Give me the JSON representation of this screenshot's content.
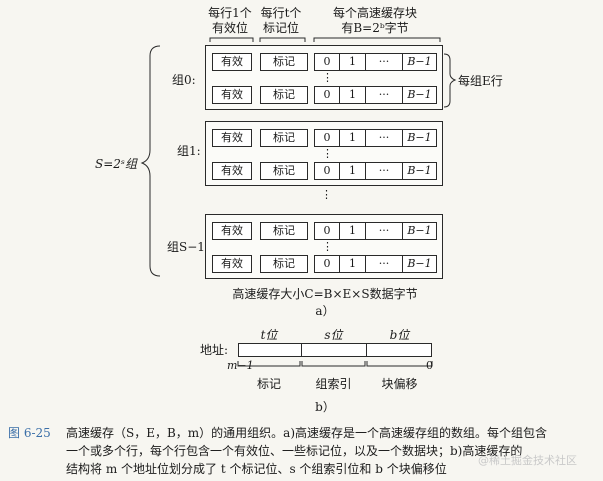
{
  "headers": {
    "valid_line1": "每行1个",
    "valid_line2": "有效位",
    "tag_line1": "每行t个",
    "tag_line2": "标记位",
    "block_line1": "每个高速缓存块",
    "block_line2": "有B=2ᵇ字节"
  },
  "lines": {
    "valid": "有效",
    "tag": "标记",
    "b0": "0",
    "b1": "1",
    "bdots": "···",
    "blast": "B−1"
  },
  "sets": {
    "s0": "组0:",
    "s1": "组1:",
    "slast": "组S−1:"
  },
  "s_label": "S=2ˢ组",
  "e_label": "每组E行",
  "dots": "⋮",
  "size_caption": "高速缓存大小C=B×E×S数据字节",
  "label_a": "a）",
  "address": {
    "label": "地址:",
    "t_bits": "t位",
    "s_bits": "s位",
    "b_bits": "b位",
    "msb": "m−1",
    "lsb": "0",
    "tag": "标记",
    "set_index": "组索引",
    "block_offset": "块偏移"
  },
  "label_b": "b）",
  "figure": {
    "number": "图 6-25",
    "line1": "高速缓存（S，E，B，m）的通用组织。a)高速缓存是一个高速缓存组的数组。每个组包含",
    "line2": "一个或多个行，每个行包含一个有效位、一些标记位，以及一个数据块；b)高速缓存的",
    "line3": "结构将 m 个地址位划分成了 t 个标记位、s 个组索引位和 b 个块偏移位"
  },
  "watermark": "@稀土掘金技术社区"
}
